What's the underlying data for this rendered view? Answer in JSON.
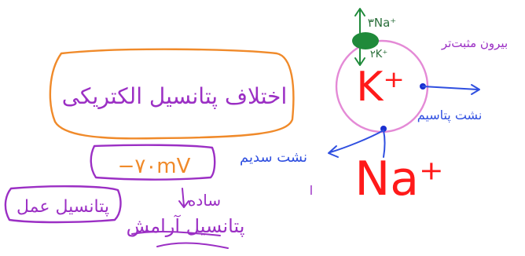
{
  "colors": {
    "orange": "#f08a2a",
    "purple": "#9b2fc4",
    "pink": "#e48ad6",
    "red": "#ff1a1a",
    "blue": "#2f4fe0",
    "green": "#1f8a3a",
    "darkgreen": "#2a6e3a"
  },
  "labels": {
    "electrical_potential_difference": "اختلاف پتانسیل الکتریکی",
    "resting_potential_value": "−۷۰mV",
    "action_potential": "پتانسیل عمل",
    "resting_potential": "پتانسیل آرامش",
    "rest": "ساده",
    "pump_na": "۳Na⁺",
    "pump_k": "۲K⁺",
    "more_positive": "بیرون مثبت‌تر",
    "k_leak": "نشت پتاسیم",
    "na_leak": "نشت سدیم",
    "k_ion": "K⁺",
    "na_ion": "Na⁺",
    "stray_mark": "ا"
  },
  "icons": {
    "pump": "sodium-potassium-pump-icon",
    "arrows": "arrow-icon"
  }
}
